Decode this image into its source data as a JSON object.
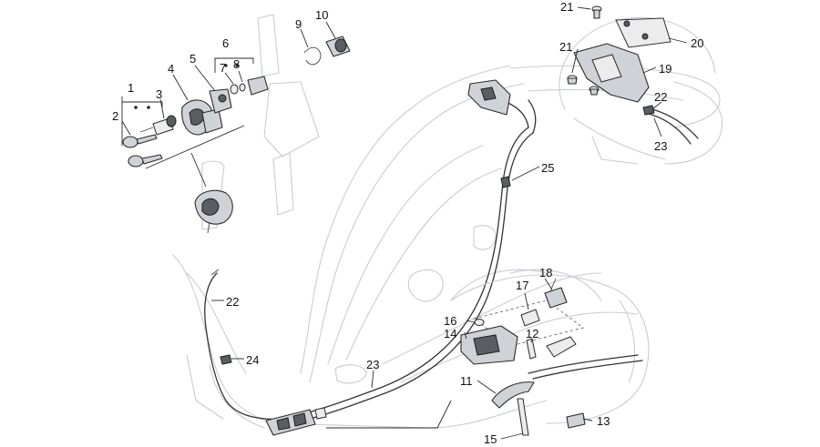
{
  "callouts": {
    "c1": "1",
    "c2": "2",
    "c3": "3",
    "c4": "4",
    "c5": "5",
    "c6": "6",
    "c7": "7",
    "c8": "8",
    "c9": "9",
    "c10": "10",
    "c11": "11",
    "c12": "12",
    "c13": "13",
    "c14": "14",
    "c15": "15",
    "c16": "16",
    "c17": "17",
    "c18": "18",
    "c19": "19",
    "c20": "20",
    "c21a": "21",
    "c21b": "21",
    "c22a": "22",
    "c22b": "22",
    "c23a": "23",
    "c23b": "23",
    "c24": "24",
    "c25": "25"
  },
  "colors": {
    "ghost_frame": "#c9ccd2",
    "part_outline": "#2b2b2b",
    "callout_text": "#111111"
  }
}
